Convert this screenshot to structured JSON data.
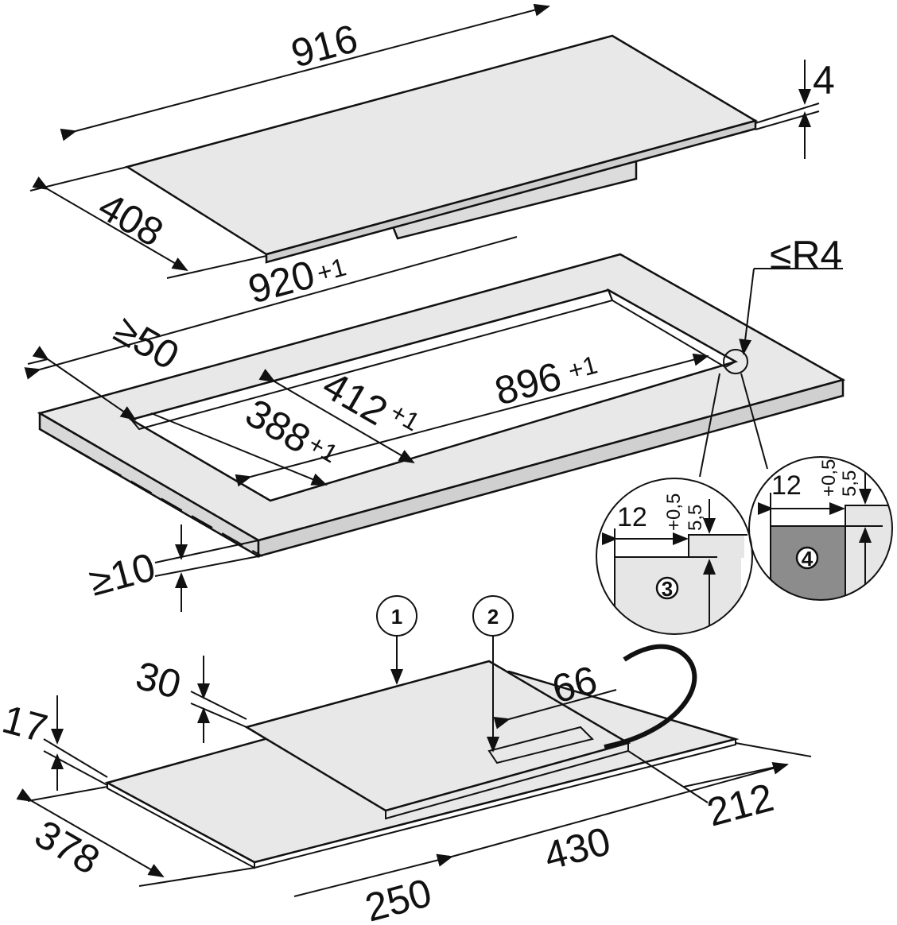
{
  "hob_top": {
    "width": "916",
    "depth": "408",
    "glass_thickness": "4"
  },
  "cutout": {
    "length": "920",
    "length_tol": "+1",
    "radius": "≤R4",
    "min_edge": "≥50",
    "depth_outer": "412",
    "depth_outer_tol": "+1",
    "inner_length": "896",
    "inner_length_tol": "+1",
    "depth_inner": "388",
    "depth_inner_tol": "+1",
    "min_thickness": "≥10"
  },
  "details": [
    {
      "callout": "3",
      "width": "12",
      "depth": "5,5",
      "depth_tol": "+0,5",
      "fill": "#e6e6e6"
    },
    {
      "callout": "4",
      "width": "12",
      "depth": "5,5",
      "depth_tol": "+0,5",
      "fill": "#8c8c8c"
    }
  ],
  "unit": {
    "callouts": [
      "1",
      "2"
    ],
    "height_main": "30",
    "height_edge": "17",
    "depth": "378",
    "front_left": "250",
    "front_right": "430",
    "side": "212",
    "connector": "66"
  },
  "colors": {
    "surface": "#e8e8e8",
    "line": "#111111",
    "dark": "#8c8c8c"
  }
}
